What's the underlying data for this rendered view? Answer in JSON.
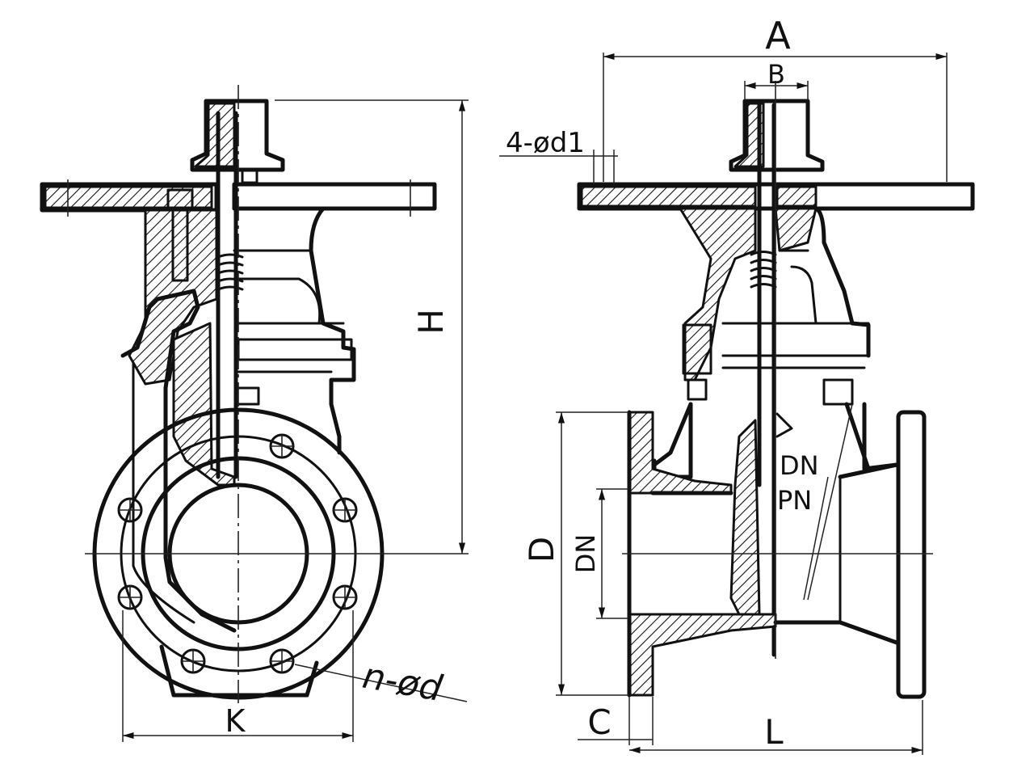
{
  "labels": {
    "A": "A",
    "B": "B",
    "holes_top": "4-ød1",
    "H": "H",
    "D": "D",
    "DN_dim": "DN",
    "DN_mark": "DN",
    "PN_mark": "PN",
    "holes_flange": "n-ød",
    "K": "K",
    "C": "C",
    "L": "L"
  },
  "colors": {
    "ink": "#111111",
    "paper": "#ffffff"
  }
}
